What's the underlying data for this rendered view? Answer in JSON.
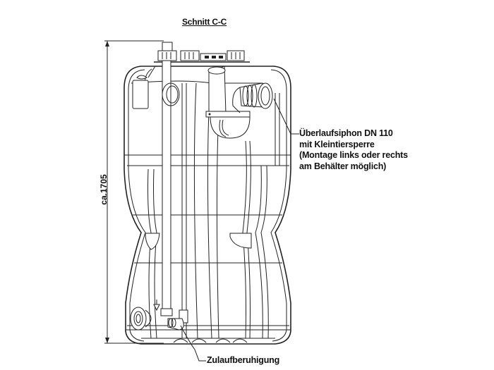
{
  "drawing": {
    "title": "Schnitt C-C",
    "dimension": {
      "label": "ca.1705",
      "orientation": "vertical"
    },
    "callouts": {
      "overflow_siphon": {
        "lines": [
          "Überlaufsiphon DN 110",
          "mit Kleintiersperre",
          "(Montage links oder rechts",
          "am Behälter möglich)"
        ]
      },
      "inlet_calming": {
        "label": "Zulaufberuhigung"
      }
    },
    "colors": {
      "line": "#222222",
      "background": "#ffffff"
    }
  }
}
